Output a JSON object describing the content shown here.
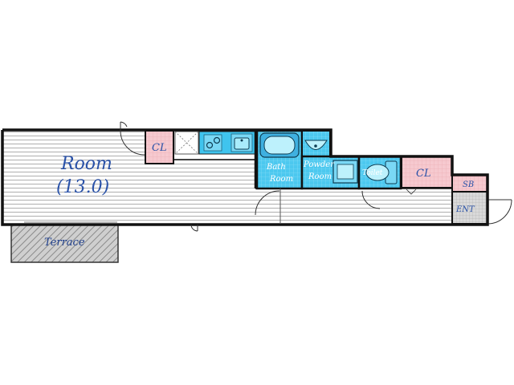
{
  "labels": {
    "room": "Room",
    "room_size": "(13.0)",
    "closet_left": "CL",
    "closet_right": "CL",
    "bath_line1": "Bath",
    "bath_line2": "Room",
    "powder_line1": "Powder",
    "powder_line2": "Room",
    "toilet": "Toilet",
    "shoe_box": "SB",
    "entrance": "ENT",
    "terrace": "Terrace"
  },
  "colors": {
    "wall": "#111111",
    "floor_line": "#9a9a9a",
    "closet_fill": "#f6c9cf",
    "wet_fill": "#3fc4ee",
    "wet_tile": "#8fe0f8",
    "label": "#2a52a8",
    "terrace_fill": "#c9c9c9"
  }
}
